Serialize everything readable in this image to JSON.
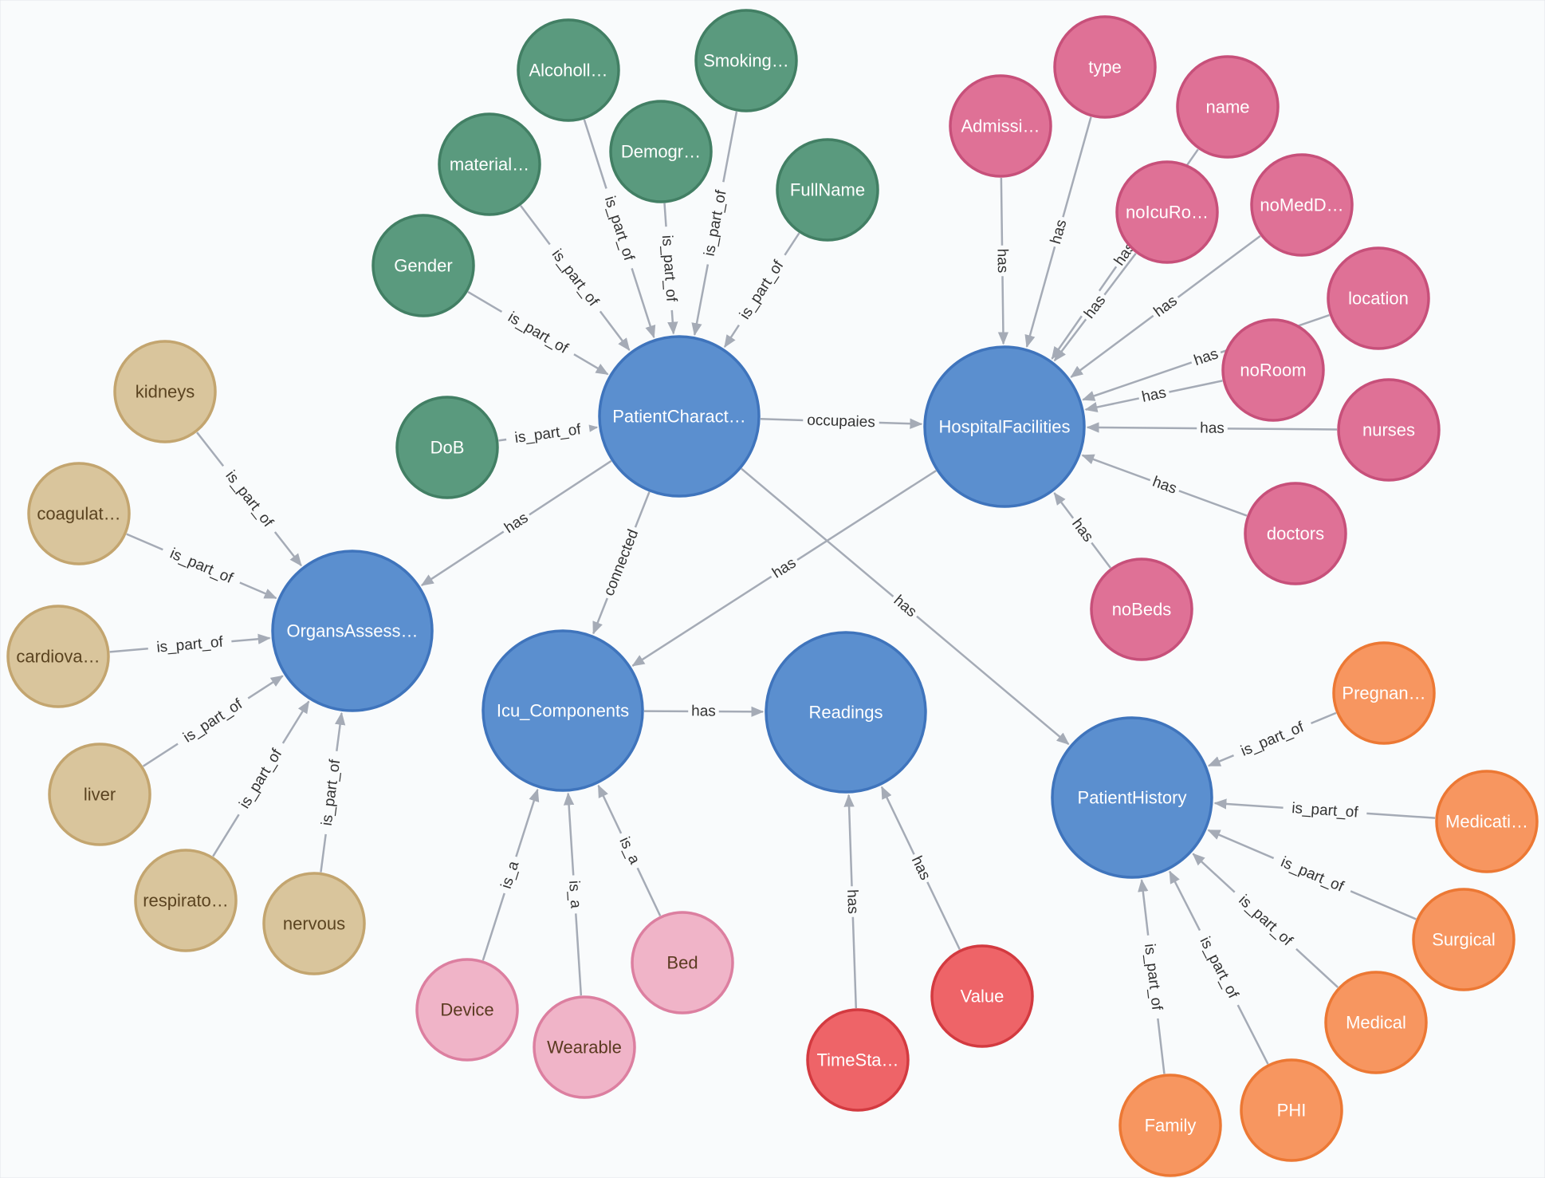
{
  "groups": {
    "core": {
      "fill": "#5b8fcf",
      "stroke": "#3f74bc",
      "text": "#ffffff"
    },
    "patient": {
      "fill": "#5a9a7e",
      "stroke": "#427f64",
      "text": "#ffffff"
    },
    "organ": {
      "fill": "#d9c59c",
      "stroke": "#c3a56f",
      "text": "#5a4320"
    },
    "facility": {
      "fill": "#df7196",
      "stroke": "#c7507a",
      "text": "#ffffff"
    },
    "component": {
      "fill": "#f0b4c8",
      "stroke": "#dc7fa0",
      "text": "#5a3a20"
    },
    "reading": {
      "fill": "#ee6468",
      "stroke": "#d33a40",
      "text": "#ffffff"
    },
    "history": {
      "fill": "#f79660",
      "stroke": "#ec7834",
      "text": "#ffffff"
    }
  },
  "nodes": [
    {
      "id": "patientchar",
      "label": "PatientCharact…",
      "group": "core"
    },
    {
      "id": "hospital",
      "label": "HospitalFacilities",
      "group": "core"
    },
    {
      "id": "organs",
      "label": "OrgansAssess…",
      "group": "core"
    },
    {
      "id": "icu",
      "label": "Icu_Components",
      "group": "core"
    },
    {
      "id": "readings",
      "label": "Readings",
      "group": "core"
    },
    {
      "id": "history",
      "label": "PatientHistory",
      "group": "core"
    },
    {
      "id": "alcohol",
      "label": "Alcoholl…",
      "group": "patient"
    },
    {
      "id": "smoking",
      "label": "Smoking…",
      "group": "patient"
    },
    {
      "id": "material",
      "label": "material…",
      "group": "patient"
    },
    {
      "id": "demogr",
      "label": "Demogr…",
      "group": "patient"
    },
    {
      "id": "fullname",
      "label": "FullName",
      "group": "patient"
    },
    {
      "id": "gender",
      "label": "Gender",
      "group": "patient"
    },
    {
      "id": "dob",
      "label": "DoB",
      "group": "patient"
    },
    {
      "id": "admissi",
      "label": "Admissi…",
      "group": "facility"
    },
    {
      "id": "type",
      "label": "type",
      "group": "facility"
    },
    {
      "id": "name",
      "label": "name",
      "group": "facility"
    },
    {
      "id": "noicuro",
      "label": "noIcuRo…",
      "group": "facility"
    },
    {
      "id": "nomedd",
      "label": "noMedD…",
      "group": "facility"
    },
    {
      "id": "location",
      "label": "location",
      "group": "facility"
    },
    {
      "id": "noroom",
      "label": "noRoom",
      "group": "facility"
    },
    {
      "id": "nurses",
      "label": "nurses",
      "group": "facility"
    },
    {
      "id": "doctors",
      "label": "doctors",
      "group": "facility"
    },
    {
      "id": "nobeds",
      "label": "noBeds",
      "group": "facility"
    },
    {
      "id": "kidneys",
      "label": "kidneys",
      "group": "organ"
    },
    {
      "id": "coagulat",
      "label": "coagulat…",
      "group": "organ"
    },
    {
      "id": "cardiova",
      "label": "cardiova…",
      "group": "organ"
    },
    {
      "id": "liver",
      "label": "liver",
      "group": "organ"
    },
    {
      "id": "respirato",
      "label": "respirato…",
      "group": "organ"
    },
    {
      "id": "nervous",
      "label": "nervous",
      "group": "organ"
    },
    {
      "id": "device",
      "label": "Device",
      "group": "component"
    },
    {
      "id": "wearable",
      "label": "Wearable",
      "group": "component"
    },
    {
      "id": "bed",
      "label": "Bed",
      "group": "component"
    },
    {
      "id": "timesta",
      "label": "TimeSta…",
      "group": "reading"
    },
    {
      "id": "value",
      "label": "Value",
      "group": "reading"
    },
    {
      "id": "pregnan",
      "label": "Pregnan…",
      "group": "history"
    },
    {
      "id": "medicati",
      "label": "Medicati…",
      "group": "history"
    },
    {
      "id": "surgical",
      "label": "Surgical",
      "group": "history"
    },
    {
      "id": "medical",
      "label": "Medical",
      "group": "history"
    },
    {
      "id": "phi",
      "label": "PHI",
      "group": "history"
    },
    {
      "id": "family",
      "label": "Family",
      "group": "history"
    }
  ],
  "edges": [
    {
      "from": "gender",
      "to": "patientchar",
      "label": "is_part_of"
    },
    {
      "from": "material",
      "to": "patientchar",
      "label": "is_part_of"
    },
    {
      "from": "alcohol",
      "to": "patientchar",
      "label": "is_part_of"
    },
    {
      "from": "demogr",
      "to": "patientchar",
      "label": "is_part_of"
    },
    {
      "from": "smoking",
      "to": "patientchar",
      "label": "is_part_of"
    },
    {
      "from": "fullname",
      "to": "patientchar",
      "label": "is_part_of"
    },
    {
      "from": "dob",
      "to": "patientchar",
      "label": "is_part_of"
    },
    {
      "from": "patientchar",
      "to": "hospital",
      "label": "occupaies"
    },
    {
      "from": "patientchar",
      "to": "organs",
      "label": "has"
    },
    {
      "from": "patientchar",
      "to": "icu",
      "label": "connected"
    },
    {
      "from": "patientchar",
      "to": "history",
      "label": "has"
    },
    {
      "from": "admissi",
      "to": "hospital",
      "label": "has"
    },
    {
      "from": "type",
      "to": "hospital",
      "label": "has"
    },
    {
      "from": "name",
      "to": "hospital",
      "label": "has"
    },
    {
      "from": "noicuro",
      "to": "hospital",
      "label": "has"
    },
    {
      "from": "nomedd",
      "to": "hospital",
      "label": "has"
    },
    {
      "from": "location",
      "to": "hospital",
      "label": "has"
    },
    {
      "from": "noroom",
      "to": "hospital",
      "label": "has"
    },
    {
      "from": "nurses",
      "to": "hospital",
      "label": "has"
    },
    {
      "from": "doctors",
      "to": "hospital",
      "label": "has"
    },
    {
      "from": "nobeds",
      "to": "hospital",
      "label": "has"
    },
    {
      "from": "hospital",
      "to": "icu",
      "label": "has"
    },
    {
      "from": "kidneys",
      "to": "organs",
      "label": "is_part_of"
    },
    {
      "from": "coagulat",
      "to": "organs",
      "label": "is_part_of"
    },
    {
      "from": "cardiova",
      "to": "organs",
      "label": "is_part_of"
    },
    {
      "from": "liver",
      "to": "organs",
      "label": "is_part_of"
    },
    {
      "from": "respirato",
      "to": "organs",
      "label": "is_part_of"
    },
    {
      "from": "nervous",
      "to": "organs",
      "label": "is_part_of"
    },
    {
      "from": "icu",
      "to": "readings",
      "label": "has"
    },
    {
      "from": "device",
      "to": "icu",
      "label": "is_a"
    },
    {
      "from": "wearable",
      "to": "icu",
      "label": "is_a"
    },
    {
      "from": "bed",
      "to": "icu",
      "label": "is_a"
    },
    {
      "from": "timesta",
      "to": "readings",
      "label": "has"
    },
    {
      "from": "value",
      "to": "readings",
      "label": "has"
    },
    {
      "from": "pregnan",
      "to": "history",
      "label": "is_part_of"
    },
    {
      "from": "medicati",
      "to": "history",
      "label": "is_part_of"
    },
    {
      "from": "surgical",
      "to": "history",
      "label": "is_part_of"
    },
    {
      "from": "medical",
      "to": "history",
      "label": "is_part_of"
    },
    {
      "from": "phi",
      "to": "history",
      "label": "is_part_of"
    },
    {
      "from": "family",
      "to": "history",
      "label": "is_part_of"
    }
  ]
}
